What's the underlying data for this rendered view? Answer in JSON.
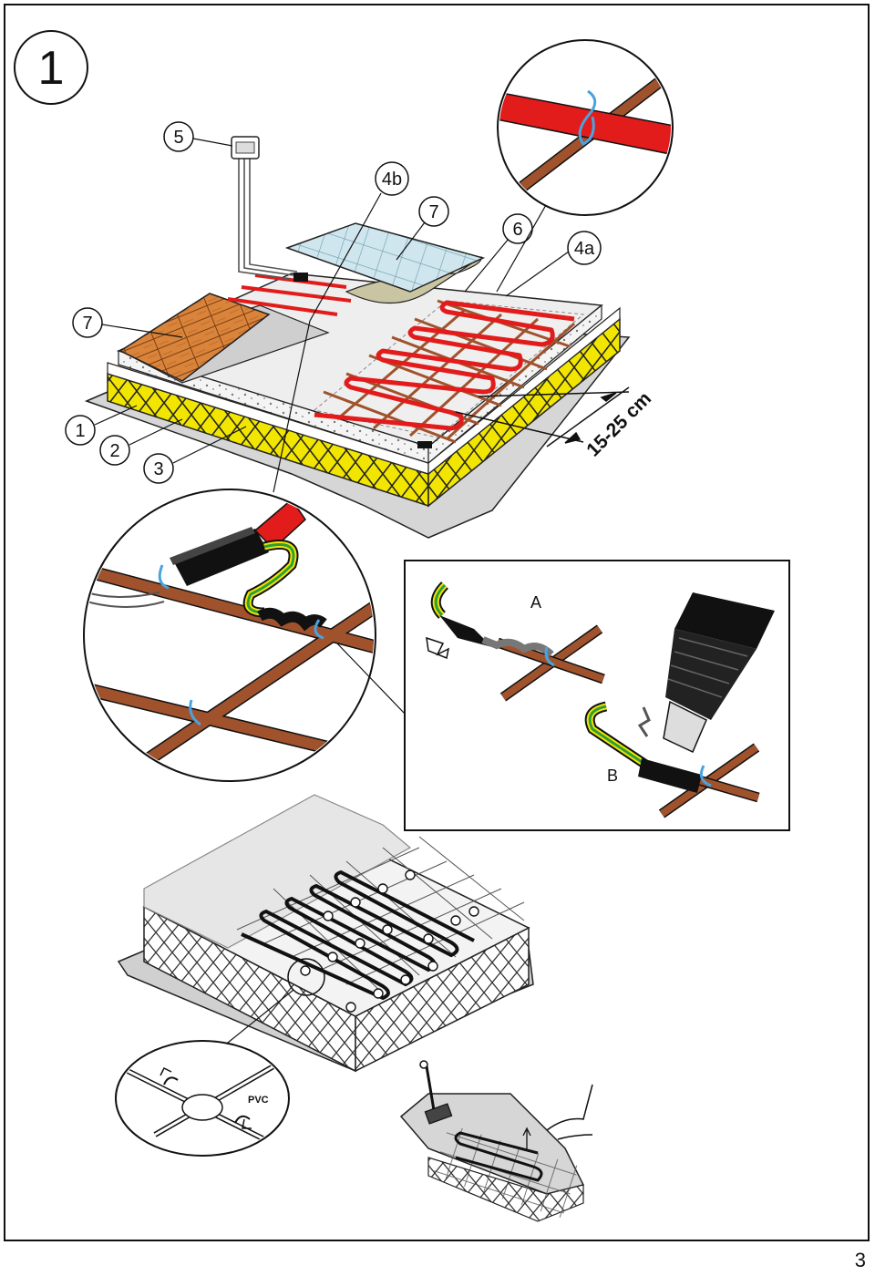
{
  "step_number": "1",
  "callouts": {
    "c5": "5",
    "c4b": "4b",
    "c7_tiles": "7",
    "c6": "6",
    "c4a": "4a",
    "c7_wood": "7",
    "c1": "1",
    "c2": "2",
    "c3": "3"
  },
  "dimension": "15-25 cm",
  "inset": {
    "label_a": "A",
    "label_b": "B"
  },
  "pvc_label": "PVC",
  "page_number": "3",
  "colors": {
    "cable_red": "#e21b1b",
    "mesh_brown": "#a0522d",
    "insulation_yellow": "#f2e600",
    "tile_blue": "#cfe6ee",
    "wood_orange": "#d9843a",
    "tie_blue": "#4aa3df",
    "earth_green": "#2e9e3a"
  }
}
